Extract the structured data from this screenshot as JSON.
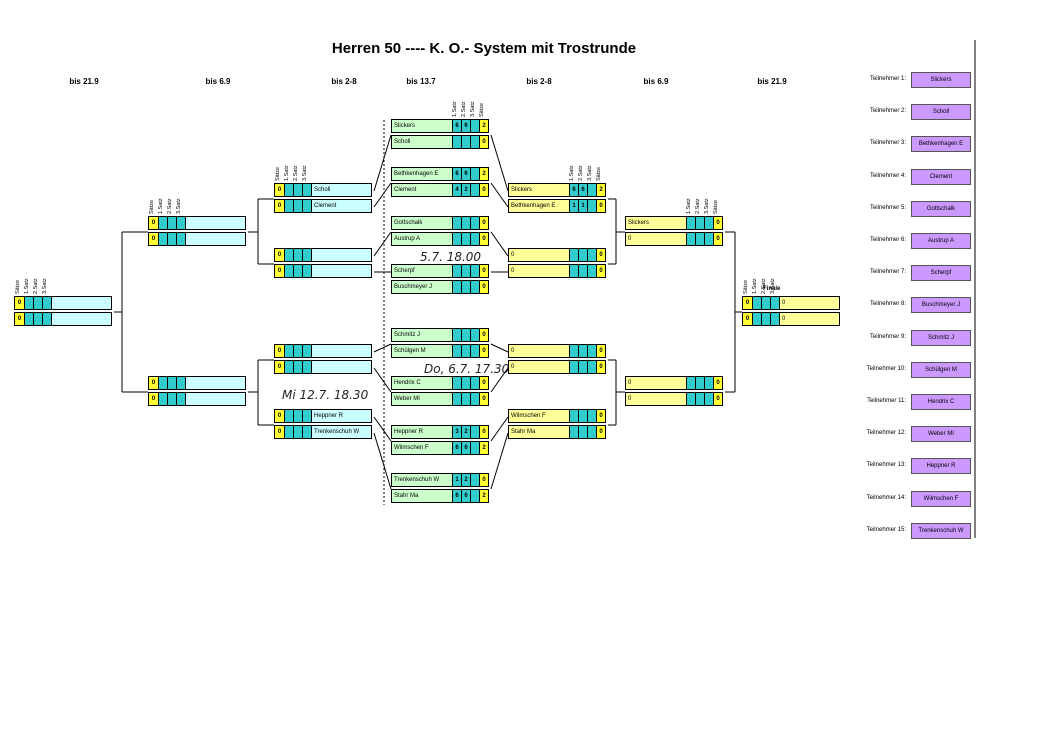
{
  "title": "Herren 50 ----  K. O.- System mit Trostrunde",
  "rounds": [
    "bis 21.9",
    "bis 6.9",
    "bis 2-8",
    "bis 13.7",
    "bis 2-8",
    "bis 6.9",
    "bis 21.9"
  ],
  "set_headers": [
    "Sätze",
    "1.Satz",
    "2.Satz",
    "3.Satz"
  ],
  "finale_label": "Finale",
  "notes": [
    "5.7. 18.00",
    "Do, 6.7. 17.30",
    "Mi 12.7. 18.30"
  ],
  "matches": [
    {
      "rows": [
        {
          "name": "",
          "sum": "0"
        },
        {
          "name": "",
          "sum": "0"
        }
      ]
    },
    {
      "rows": [
        {
          "name": "",
          "sum": "0"
        },
        {
          "name": "",
          "sum": "0"
        }
      ]
    },
    {
      "rows": [
        {
          "name": "",
          "sum": "0"
        },
        {
          "name": "",
          "sum": "0"
        }
      ]
    },
    {
      "rows": [
        {
          "name": "Scholl",
          "sum": "0"
        },
        {
          "name": "Clement",
          "sum": "0"
        }
      ]
    },
    {
      "rows": [
        {
          "name": "",
          "sum": "0"
        },
        {
          "name": "",
          "sum": "0"
        }
      ]
    },
    {
      "rows": [
        {
          "name": "",
          "sum": "0"
        },
        {
          "name": "",
          "sum": "0"
        }
      ]
    },
    {
      "rows": [
        {
          "name": "Heppner R",
          "sum": "0"
        },
        {
          "name": "Trenkenschuh W",
          "sum": "0"
        }
      ]
    },
    {
      "rows": [
        {
          "name": "Slickers",
          "s1": "6",
          "s2": "6",
          "sum": "2"
        },
        {
          "name": "Scholl",
          "sum": "0"
        }
      ]
    },
    {
      "rows": [
        {
          "name": "Bethkenhagen E",
          "s1": "6",
          "s2": "6",
          "sum": "2"
        },
        {
          "name": "Clement",
          "s1": "4",
          "s2": "2",
          "sum": "0"
        }
      ]
    },
    {
      "rows": [
        {
          "name": "Gottschalk",
          "sum": "0"
        },
        {
          "name": "Austrup A",
          "sum": "0"
        }
      ]
    },
    {
      "rows": [
        {
          "name": "Scherpf",
          "sum": "0"
        },
        {
          "name": "Buschmeyer J",
          "sum": "0"
        }
      ]
    },
    {
      "rows": [
        {
          "name": "Schmitz J",
          "sum": "0"
        },
        {
          "name": "Schülgen M",
          "sum": "0"
        }
      ]
    },
    {
      "rows": [
        {
          "name": "Hendrix C",
          "sum": "0"
        },
        {
          "name": "Weber MI",
          "sum": "0"
        }
      ]
    },
    {
      "rows": [
        {
          "name": "Heppner R",
          "s1": "3",
          "s2": "2",
          "sum": "0"
        },
        {
          "name": "Wilmschen F",
          "s1": "6",
          "s2": "6",
          "sum": "2"
        }
      ]
    },
    {
      "rows": [
        {
          "name": "Trenkenschuh W",
          "s1": "1",
          "s2": "2",
          "sum": "0"
        },
        {
          "name": "Stahr Ma",
          "s1": "6",
          "s2": "6",
          "sum": "2"
        }
      ]
    },
    {
      "rows": [
        {
          "name": "Slickers",
          "s1": "6",
          "s2": "6",
          "sum": "2"
        },
        {
          "name": "Bethkenhagen E",
          "s1": "1",
          "s2": "1",
          "sum": "0"
        }
      ]
    },
    {
      "rows": [
        {
          "name": "0",
          "sum": "0"
        },
        {
          "name": "0",
          "sum": "0"
        }
      ]
    },
    {
      "rows": [
        {
          "name": "0",
          "sum": "0"
        },
        {
          "name": "0",
          "sum": "0"
        }
      ]
    },
    {
      "rows": [
        {
          "name": "Wilmschen F",
          "sum": "0"
        },
        {
          "name": "Stahr Ma",
          "sum": "0"
        }
      ]
    },
    {
      "rows": [
        {
          "name": "Slickers",
          "sum": "0"
        },
        {
          "name": "0",
          "sum": "0"
        }
      ]
    },
    {
      "rows": [
        {
          "name": "0",
          "sum": "0"
        },
        {
          "name": "0",
          "sum": "0"
        }
      ]
    },
    {
      "rows": [
        {
          "name": "0",
          "sum": "0"
        },
        {
          "name": "0",
          "sum": "0"
        }
      ]
    }
  ],
  "participants": [
    {
      "label": "Teilnehmer 1:",
      "name": "Slickers"
    },
    {
      "label": "Teilnehmer 2:",
      "name": "Scholl"
    },
    {
      "label": "Teilnehmer 3:",
      "name": "Bethkenhagen E"
    },
    {
      "label": "Teilnehmer 4:",
      "name": "Clement"
    },
    {
      "label": "Teilnehmer 5:",
      "name": "Gottschalk"
    },
    {
      "label": "Teilnehmer 6:",
      "name": "Austrup A"
    },
    {
      "label": "Teilnehmer 7:",
      "name": "Scherpf"
    },
    {
      "label": "Teilnehmer 8:",
      "name": "Buschmeyer J"
    },
    {
      "label": "Teilnehmer 9:",
      "name": "Schmitz J"
    },
    {
      "label": "Teilnehmer 10:",
      "name": "Schülgen M"
    },
    {
      "label": "Teilnehmer 11:",
      "name": "Hendrix C"
    },
    {
      "label": "Teilnehmer 12:",
      "name": "Weber MI"
    },
    {
      "label": "Teilnehmer 13:",
      "name": "Heppner R"
    },
    {
      "label": "Teilnehmer 14:",
      "name": "Wilmschen F"
    },
    {
      "label": "Teilnehmer 15:",
      "name": "Trenkenschuh W"
    }
  ]
}
